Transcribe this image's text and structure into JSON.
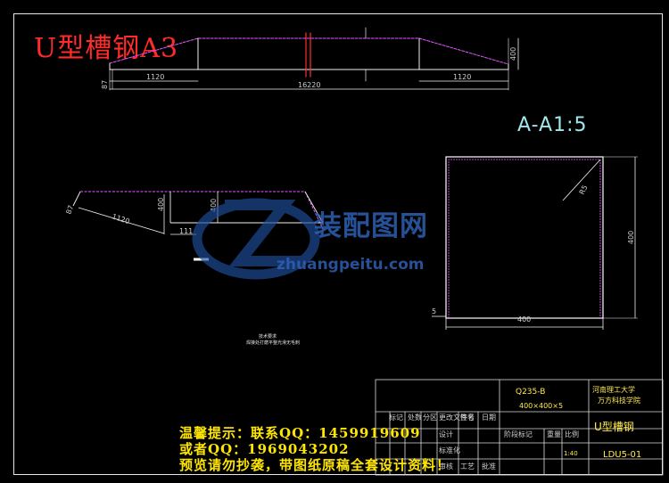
{
  "drawing": {
    "title": "U型槽钢A3",
    "section_label": "A-A1:5",
    "dimensions": {
      "top_view": {
        "left_height": "87",
        "left_length": "1120",
        "total_length": "16220",
        "right_length": "1120",
        "right_height": "400"
      },
      "side_view": {
        "left_height": "87",
        "left_length": "1120",
        "left_depth": "400",
        "middle_depth": "400",
        "bottom_length": "111"
      },
      "section_view": {
        "radius": "R5",
        "height": "400",
        "width": "400",
        "thickness": "5"
      }
    },
    "notes": {
      "small_title": "技术要求",
      "small_text": "焊接处打磨平整光滑无毛刺"
    }
  },
  "watermark": {
    "brand": "装配图网",
    "url": "zhuangpeitu.com"
  },
  "notice": {
    "line1": "温馨提示：联系QQ：1459919609",
    "line2": "或者QQ：1969043202",
    "line3": "预览请勿抄袭，带图纸原稿全套设计资料！"
  },
  "title_block": {
    "material": "Q235-B",
    "size": "400×400×5",
    "school_line1": "河南理工大学",
    "school_line2": "万方科技学院",
    "part_name": "U型槽钢",
    "drawing_no": "LDU5-01",
    "scale": "1:40",
    "labels": [
      "标记",
      "处数",
      "分区",
      "更改文件号",
      "签名",
      "日期"
    ],
    "labels2": [
      "设计",
      "标准化",
      "阶段标记",
      "重量",
      "比例"
    ],
    "labels3": [
      "审核",
      "工艺",
      "批准"
    ]
  }
}
